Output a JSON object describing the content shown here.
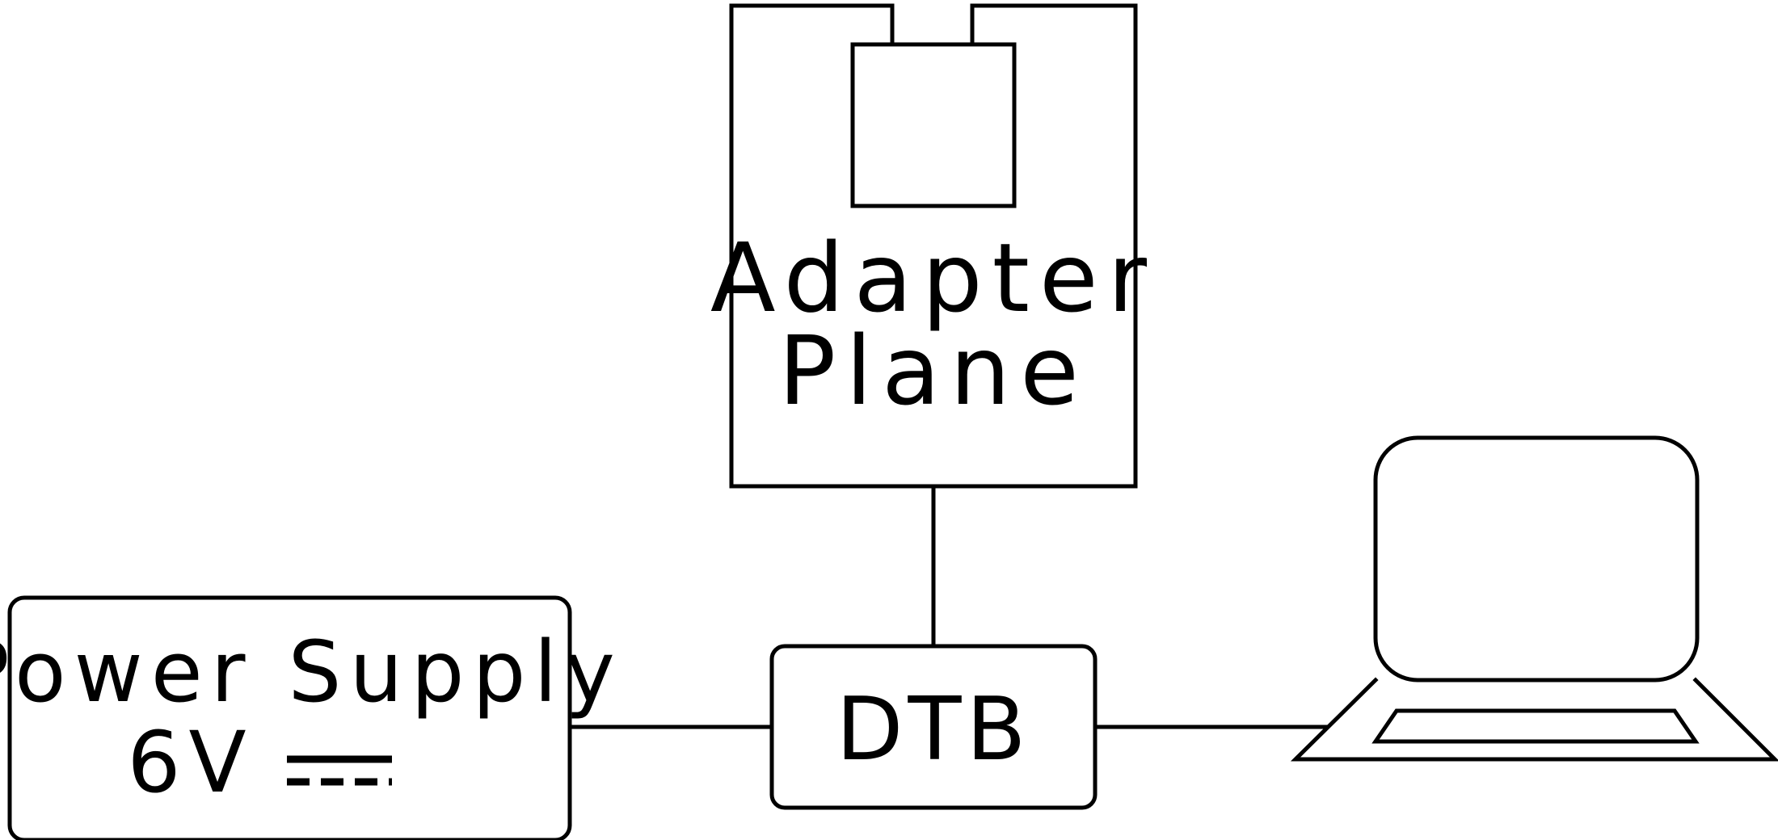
{
  "diagram": {
    "nodes": {
      "adapter_plane": {
        "line1": "Adapter",
        "line2": "Plane"
      },
      "power_supply": {
        "line1": "Power Supply",
        "line2": "6V"
      },
      "dtb": {
        "label": "DTB"
      },
      "laptop": {
        "icon": "laptop-icon"
      }
    },
    "connections": [
      {
        "from": "power_supply",
        "to": "dtb"
      },
      {
        "from": "adapter_plane",
        "to": "dtb"
      },
      {
        "from": "dtb",
        "to": "laptop"
      }
    ],
    "icons": {
      "dc_symbol": "dc-current-icon",
      "module": "module-icon"
    },
    "colors": {
      "line": "#000000",
      "background": "#ffffff"
    }
  }
}
